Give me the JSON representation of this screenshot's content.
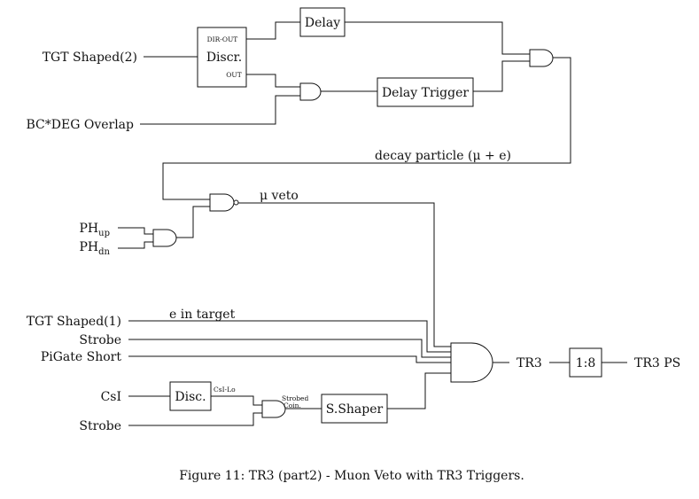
{
  "inputs": {
    "tgt_shaped_2": "TGT Shaped(2)",
    "bc_deg_overlap": "BC*DEG Overlap",
    "ph_up_base": "PH",
    "ph_up_sub": "up",
    "ph_dn_base": "PH",
    "ph_dn_sub": "dn",
    "tgt_shaped_1": "TGT Shaped(1)",
    "strobe_1": "Strobe",
    "pigate_short": "PiGate Short",
    "csi": "CsI",
    "strobe_2": "Strobe"
  },
  "boxes": {
    "delay": "Delay",
    "discr": "Discr.",
    "delay_trigger": "Delay Trigger",
    "disc": "Disc.",
    "s_shaper": "S.Shaper",
    "prescale": "1:8"
  },
  "ports": {
    "dir_out": "DIR-OUT",
    "out": "OUT"
  },
  "signals": {
    "decay_particle": "decay particle (μ + e)",
    "mu_veto": "μ veto",
    "e_in_target": "e in target",
    "csi_lo": "CsI-Lo",
    "strobed_line1": "Strobed",
    "strobed_line2": "Coin."
  },
  "outputs": {
    "tr3": "TR3",
    "tr3_ps": "TR3 PS"
  },
  "caption": "Figure 11: TR3 (part2) - Muon Veto with TR3 Triggers."
}
